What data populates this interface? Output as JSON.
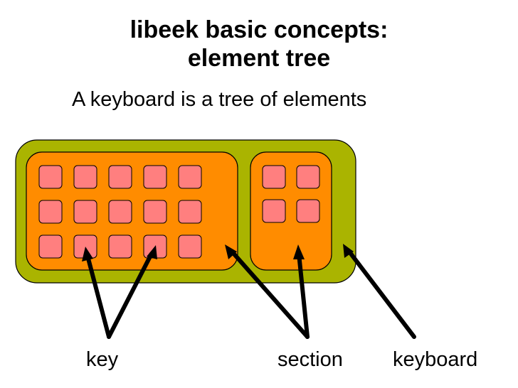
{
  "slide": {
    "title_line1": "libeek basic concepts:",
    "title_line2": "element tree",
    "subtitle": "A keyboard is a tree of elements"
  },
  "diagram": {
    "key_grid_left": {
      "rows": 3,
      "cols": 5
    },
    "key_grid_right": {
      "rows": 2,
      "cols": 2
    },
    "labels": {
      "key": "key",
      "section": "section",
      "keyboard": "keyboard"
    }
  },
  "colors": {
    "keyboard_fill": "#aab400",
    "section_fill": "#ff8c00",
    "key_fill": "#ff7f7f",
    "outline": "#000000"
  }
}
